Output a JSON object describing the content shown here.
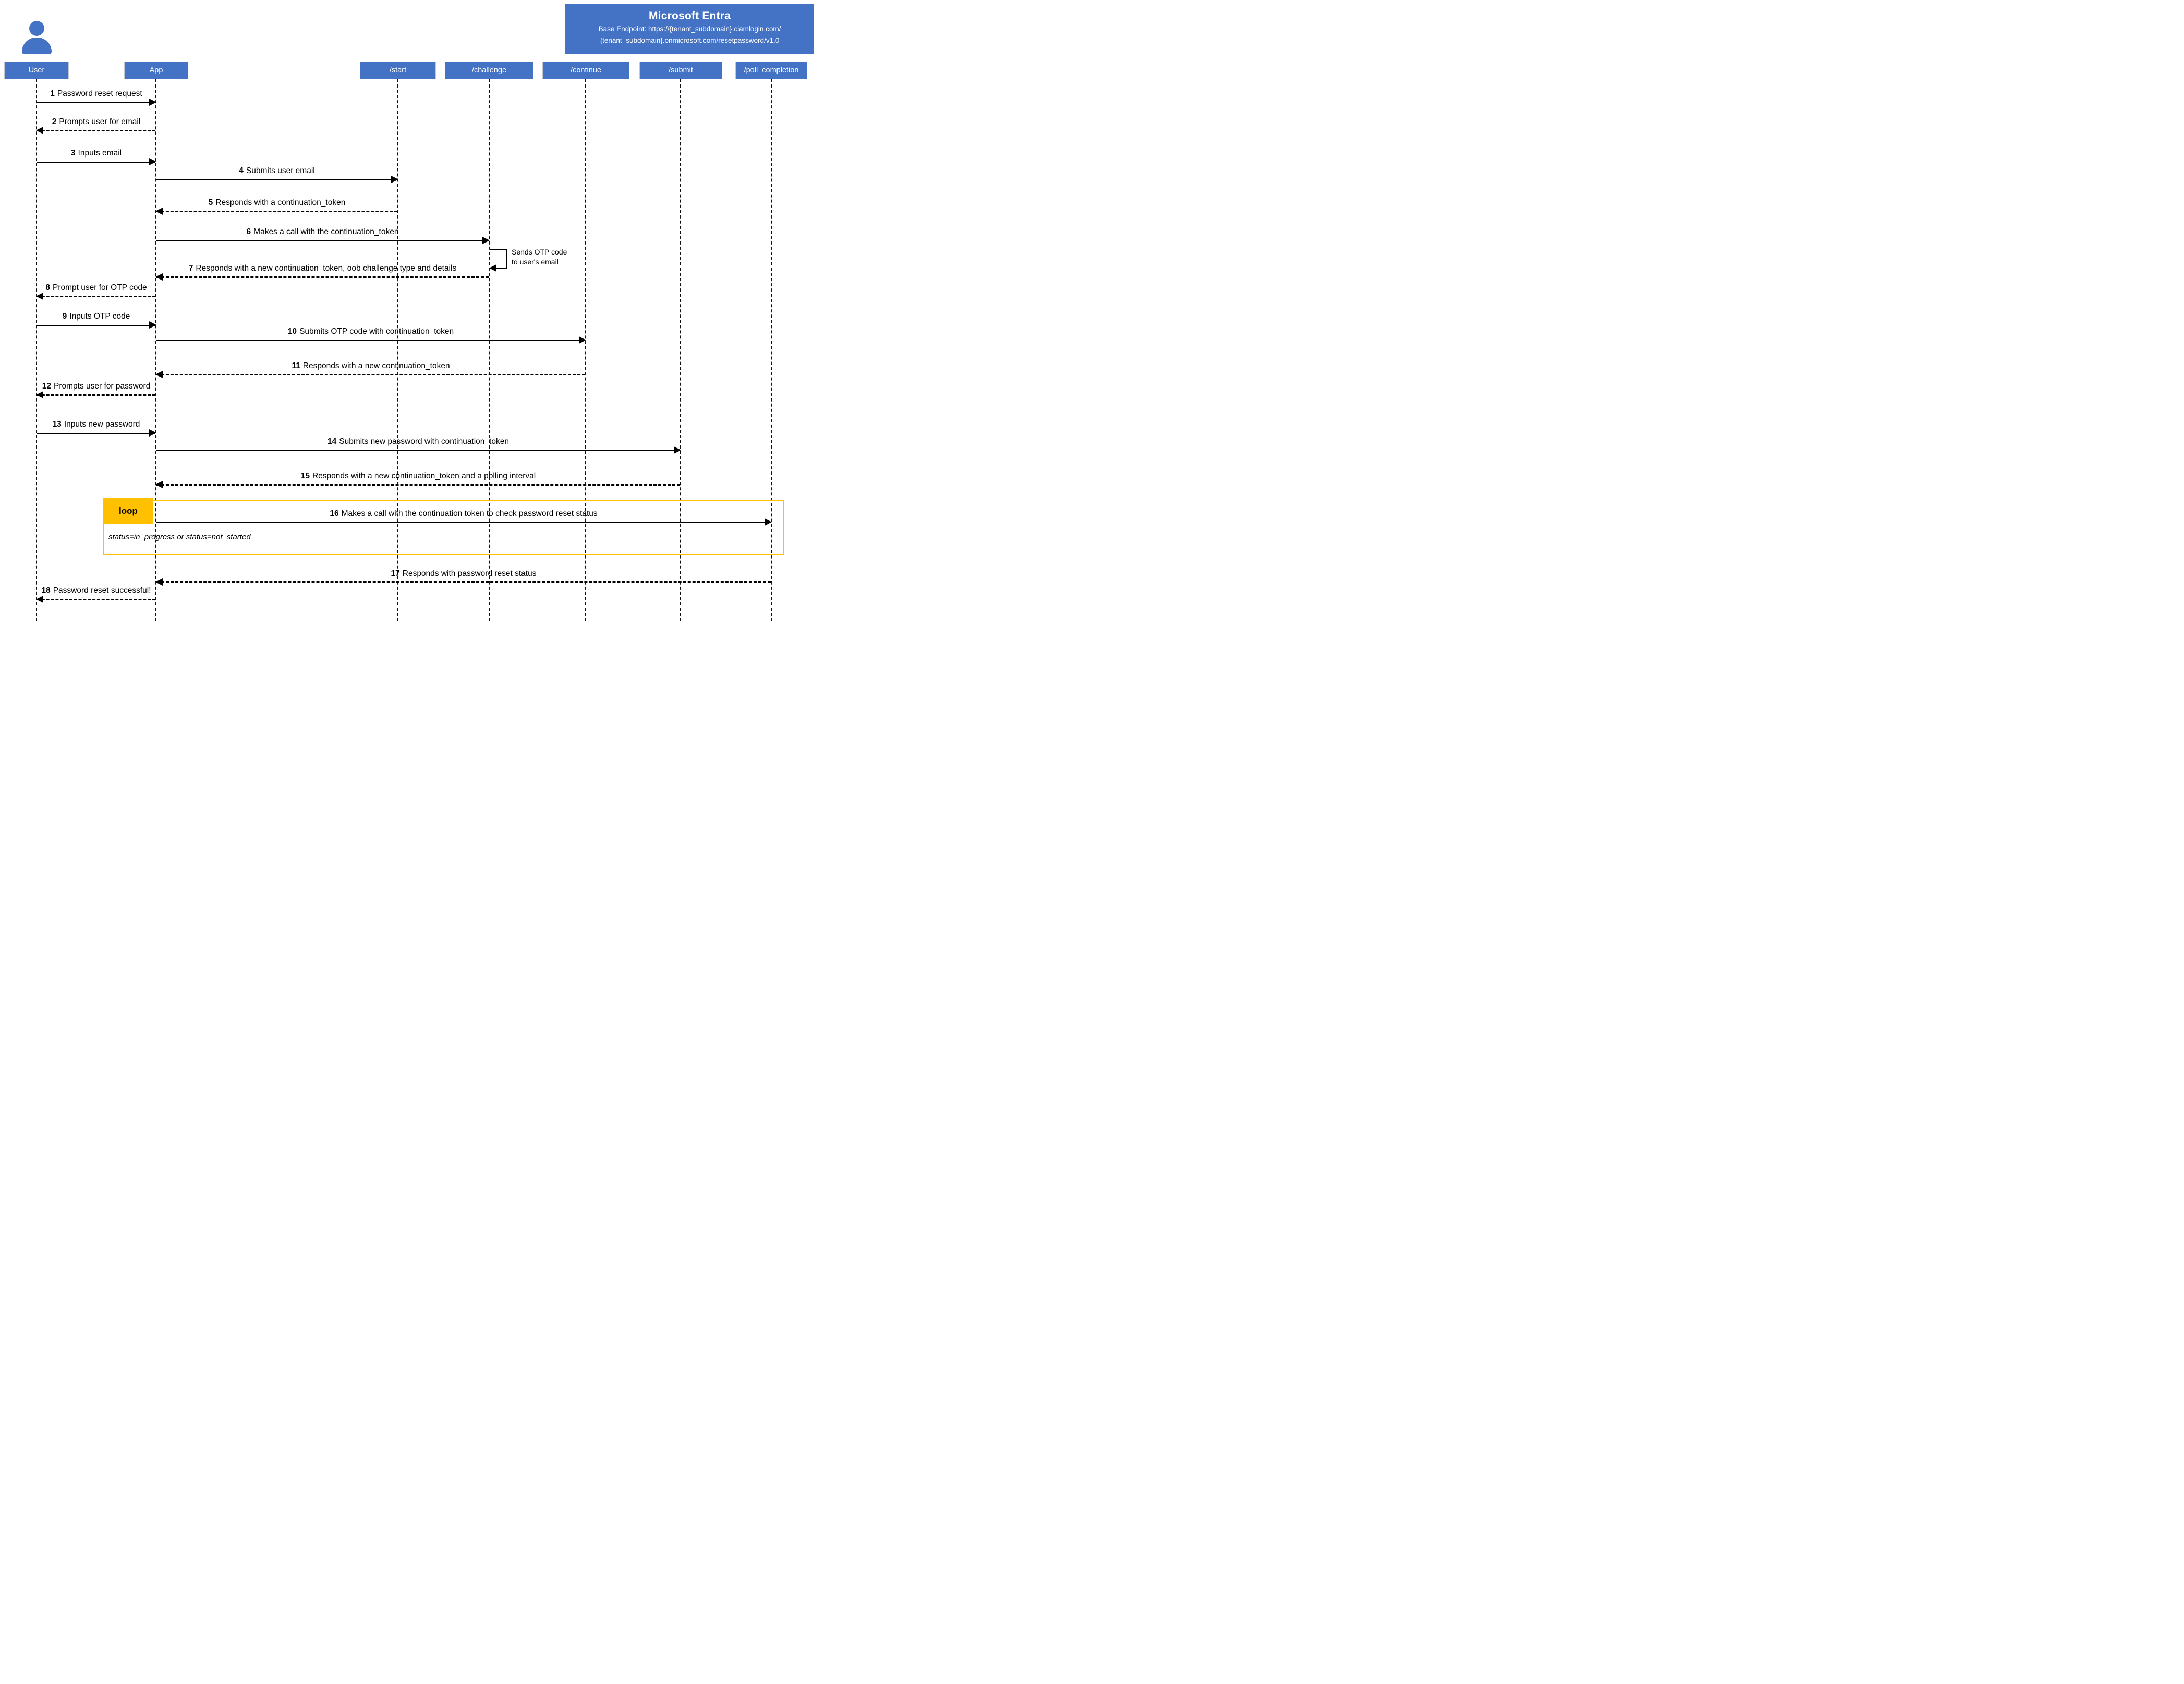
{
  "header": {
    "title": "Microsoft Entra",
    "endpoint_line1": "Base Endpoint: https://{tenant_subdomain}.ciamlogin.com/",
    "endpoint_line2": "{tenant_subdomain}.onmicrosoft.com/resetpassword/v1.0"
  },
  "lifelines": [
    {
      "id": "user",
      "label": "User"
    },
    {
      "id": "app",
      "label": "App"
    },
    {
      "id": "start",
      "label": "/start"
    },
    {
      "id": "challenge",
      "label": "/challenge"
    },
    {
      "id": "continue",
      "label": "/continue"
    },
    {
      "id": "submit",
      "label": "/submit"
    },
    {
      "id": "poll_completion",
      "label": "/poll_completion"
    }
  ],
  "messages": [
    {
      "num": "1",
      "text": "Password reset request",
      "from": "User",
      "to": "App",
      "style": "solid"
    },
    {
      "num": "2",
      "text": "Prompts user for email",
      "from": "App",
      "to": "User",
      "style": "dashed"
    },
    {
      "num": "3",
      "text": "Inputs email",
      "from": "User",
      "to": "App",
      "style": "solid"
    },
    {
      "num": "4",
      "text": "Submits user email",
      "from": "App",
      "to": "/start",
      "style": "solid"
    },
    {
      "num": "5",
      "text": "Responds with a continuation_token",
      "from": "/start",
      "to": "App",
      "style": "dashed"
    },
    {
      "num": "6",
      "text": "Makes a call with the continuation_token",
      "from": "App",
      "to": "/challenge",
      "style": "solid"
    },
    {
      "num": "7",
      "text": "Responds with a new continuation_token, oob challenge type and details",
      "from": "/challenge",
      "to": "App",
      "style": "dashed"
    },
    {
      "num": "8",
      "text": "Prompt user for OTP code",
      "from": "App",
      "to": "User",
      "style": "dashed"
    },
    {
      "num": "9",
      "text": "Inputs OTP code",
      "from": "User",
      "to": "App",
      "style": "solid"
    },
    {
      "num": "10",
      "text": "Submits OTP code with continuation_token",
      "from": "App",
      "to": "/continue",
      "style": "solid"
    },
    {
      "num": "11",
      "text": "Responds with a new continuation_token",
      "from": "/continue",
      "to": "App",
      "style": "dashed"
    },
    {
      "num": "12",
      "text": "Prompts user for password",
      "from": "App",
      "to": "User",
      "style": "dashed"
    },
    {
      "num": "13",
      "text": "Inputs new password",
      "from": "User",
      "to": "App",
      "style": "solid"
    },
    {
      "num": "14",
      "text": "Submits new password with continuation_token",
      "from": "App",
      "to": "/submit",
      "style": "solid"
    },
    {
      "num": "15",
      "text": "Responds with a new continuation_token and a polling interval",
      "from": "/submit",
      "to": "App",
      "style": "dashed"
    },
    {
      "num": "16",
      "text": "Makes a call with the continuation token to check password reset status",
      "from": "App",
      "to": "/poll_completion",
      "style": "solid"
    },
    {
      "num": "17",
      "text": "Responds with password reset status",
      "from": "/poll_completion",
      "to": "App",
      "style": "dashed"
    },
    {
      "num": "18",
      "text": "Password reset successful!",
      "from": "App",
      "to": "User",
      "style": "dashed"
    }
  ],
  "self_note": {
    "lifeline": "/challenge",
    "line1": "Sends OTP code",
    "line2": "to user's email"
  },
  "loop": {
    "label": "loop",
    "guard": "status=in_progress or status=not_started"
  },
  "colors": {
    "primary_blue": "#4472C4",
    "loop_gold": "#FFC000",
    "line_black": "#000000"
  }
}
